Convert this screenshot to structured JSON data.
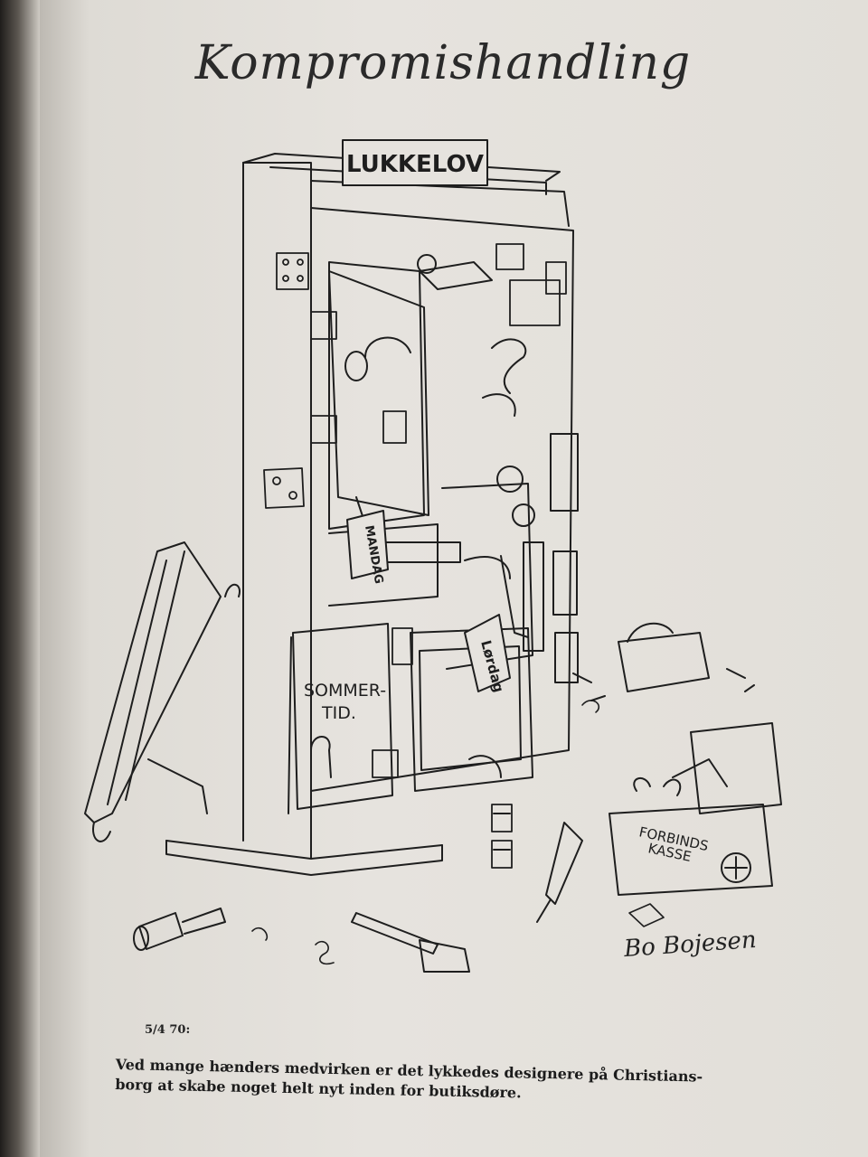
{
  "cartoon": {
    "title": "Kompromishandling",
    "signs": {
      "top": "LUKKELOV",
      "mandag": "MANDAG",
      "lordag": "Lørdag",
      "sommer_line1": "SOMMER-",
      "sommer_line2": "TID.",
      "kit_line1": "FORBINDS",
      "kit_line2": "KASSE"
    },
    "signature": "Bo Bojesen",
    "date": "5/4 70:",
    "caption_line1": "Ved mange hænders medvirken er det lykkedes designere på Christians-",
    "caption_line2": "borg at skabe noget helt nyt inden for butiksdøre."
  }
}
